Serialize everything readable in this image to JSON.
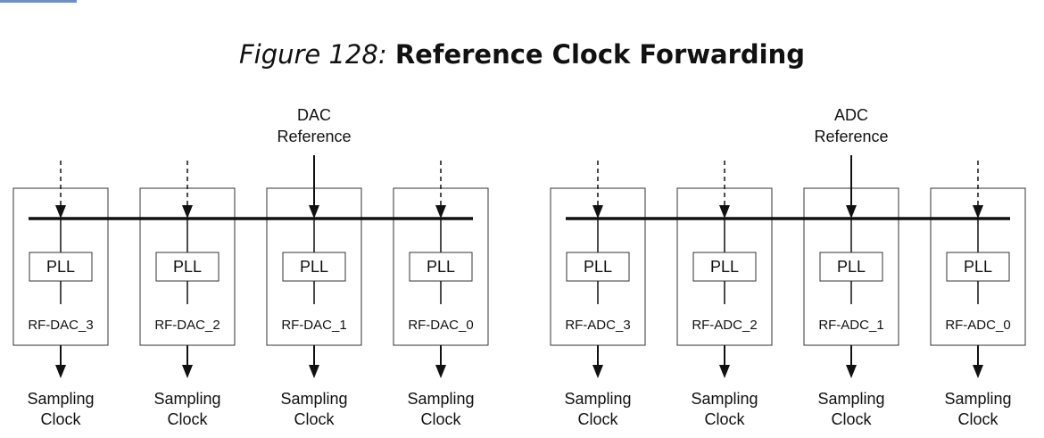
{
  "figure": {
    "label": "Figure 128:",
    "name": "Reference Clock Forwarding"
  },
  "groups": [
    {
      "reference_label": [
        "DAC",
        "Reference"
      ],
      "tiles": [
        {
          "name": "RF-DAC_3",
          "pll": "PLL",
          "output": [
            "Sampling",
            "Clock"
          ],
          "receives_reference": false
        },
        {
          "name": "RF-DAC_2",
          "pll": "PLL",
          "output": [
            "Sampling",
            "Clock"
          ],
          "receives_reference": false
        },
        {
          "name": "RF-DAC_1",
          "pll": "PLL",
          "output": [
            "Sampling",
            "Clock"
          ],
          "receives_reference": true
        },
        {
          "name": "RF-DAC_0",
          "pll": "PLL",
          "output": [
            "Sampling",
            "Clock"
          ],
          "receives_reference": false
        }
      ]
    },
    {
      "reference_label": [
        "ADC",
        "Reference"
      ],
      "tiles": [
        {
          "name": "RF-ADC_3",
          "pll": "PLL",
          "output": [
            "Sampling",
            "Clock"
          ],
          "receives_reference": false
        },
        {
          "name": "RF-ADC_2",
          "pll": "PLL",
          "output": [
            "Sampling",
            "Clock"
          ],
          "receives_reference": false
        },
        {
          "name": "RF-ADC_1",
          "pll": "PLL",
          "output": [
            "Sampling",
            "Clock"
          ],
          "receives_reference": true
        },
        {
          "name": "RF-ADC_0",
          "pll": "PLL",
          "output": [
            "Sampling",
            "Clock"
          ],
          "receives_reference": false
        }
      ]
    }
  ],
  "colors": {
    "line": "#111111",
    "box_stroke": "#333333",
    "accent": "#6d8fc9"
  }
}
